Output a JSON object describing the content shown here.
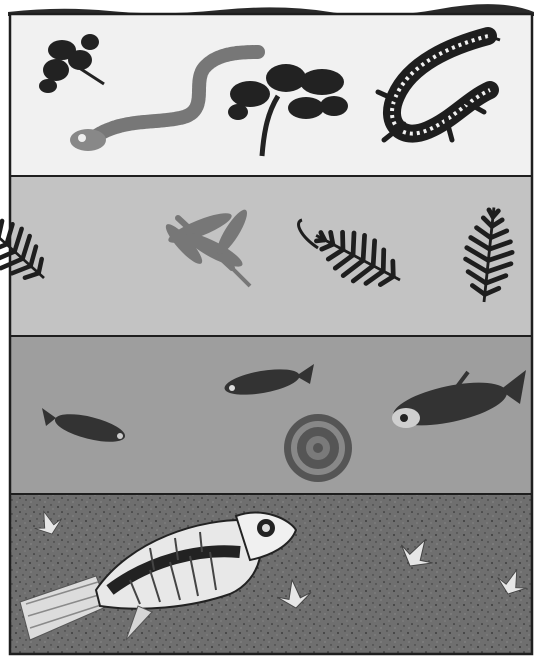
{
  "layers": [
    {
      "id": "layer-1-top",
      "fill": "#f1f1f1",
      "fossils": [
        "plant-sprig",
        "serpent-reptile",
        "shrub-plant",
        "lizard-skeleton"
      ]
    },
    {
      "id": "layer-2",
      "fill": "#c3c3c3",
      "fossils": [
        "fern-frond",
        "dragonfly",
        "fern-frond-curled",
        "fern-frond"
      ]
    },
    {
      "id": "layer-3",
      "fill": "#9e9e9e",
      "fossils": [
        "small-fish",
        "small-fish",
        "ammonite",
        "fish"
      ]
    },
    {
      "id": "layer-4-bottom",
      "fill": "#6f6f6f",
      "fossils": [
        "large-fish-skeleton",
        "shark-tooth",
        "shark-tooth",
        "shark-tooth",
        "shark-tooth"
      ]
    }
  ],
  "colors": {
    "outline": "#1e1e1e",
    "dark_fossil": "#222222",
    "mid_fossil": "#6a6a6a",
    "light_fossil": "#e6e6e6"
  }
}
